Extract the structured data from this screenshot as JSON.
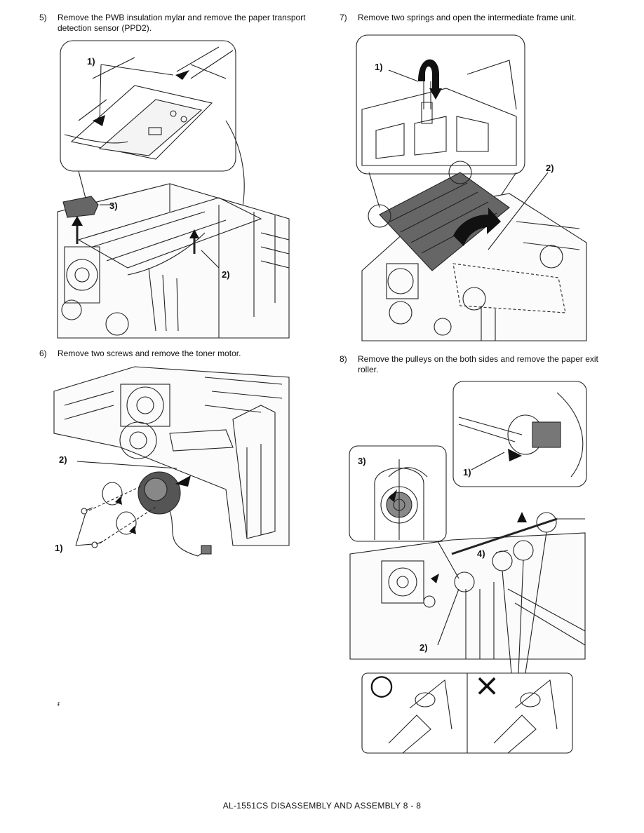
{
  "steps": [
    {
      "number": "5)",
      "text": "Remove the PWB insulation mylar and remove the paper transport detection sensor (PPD2).",
      "callouts": [
        "1)",
        "3)",
        "2)"
      ]
    },
    {
      "number": "6)",
      "text": "Remove two screws and remove the toner motor.",
      "callouts": [
        "2)",
        "1)"
      ]
    },
    {
      "number": "7)",
      "text": "Remove two springs and open the intermediate frame unit.",
      "callouts": [
        "1)",
        "2)"
      ]
    },
    {
      "number": "8)",
      "text": "Remove the pulleys on the both sides and remove the paper exit roller.",
      "callouts": [
        "3)",
        "1)",
        "4)",
        "2)"
      ],
      "correct_mark": "○",
      "incorrect_mark": "×"
    }
  ],
  "stray_mark": "ғ",
  "footer": "AL-1551CS DISASSEMBLY AND ASSEMBLY 8 - 8"
}
